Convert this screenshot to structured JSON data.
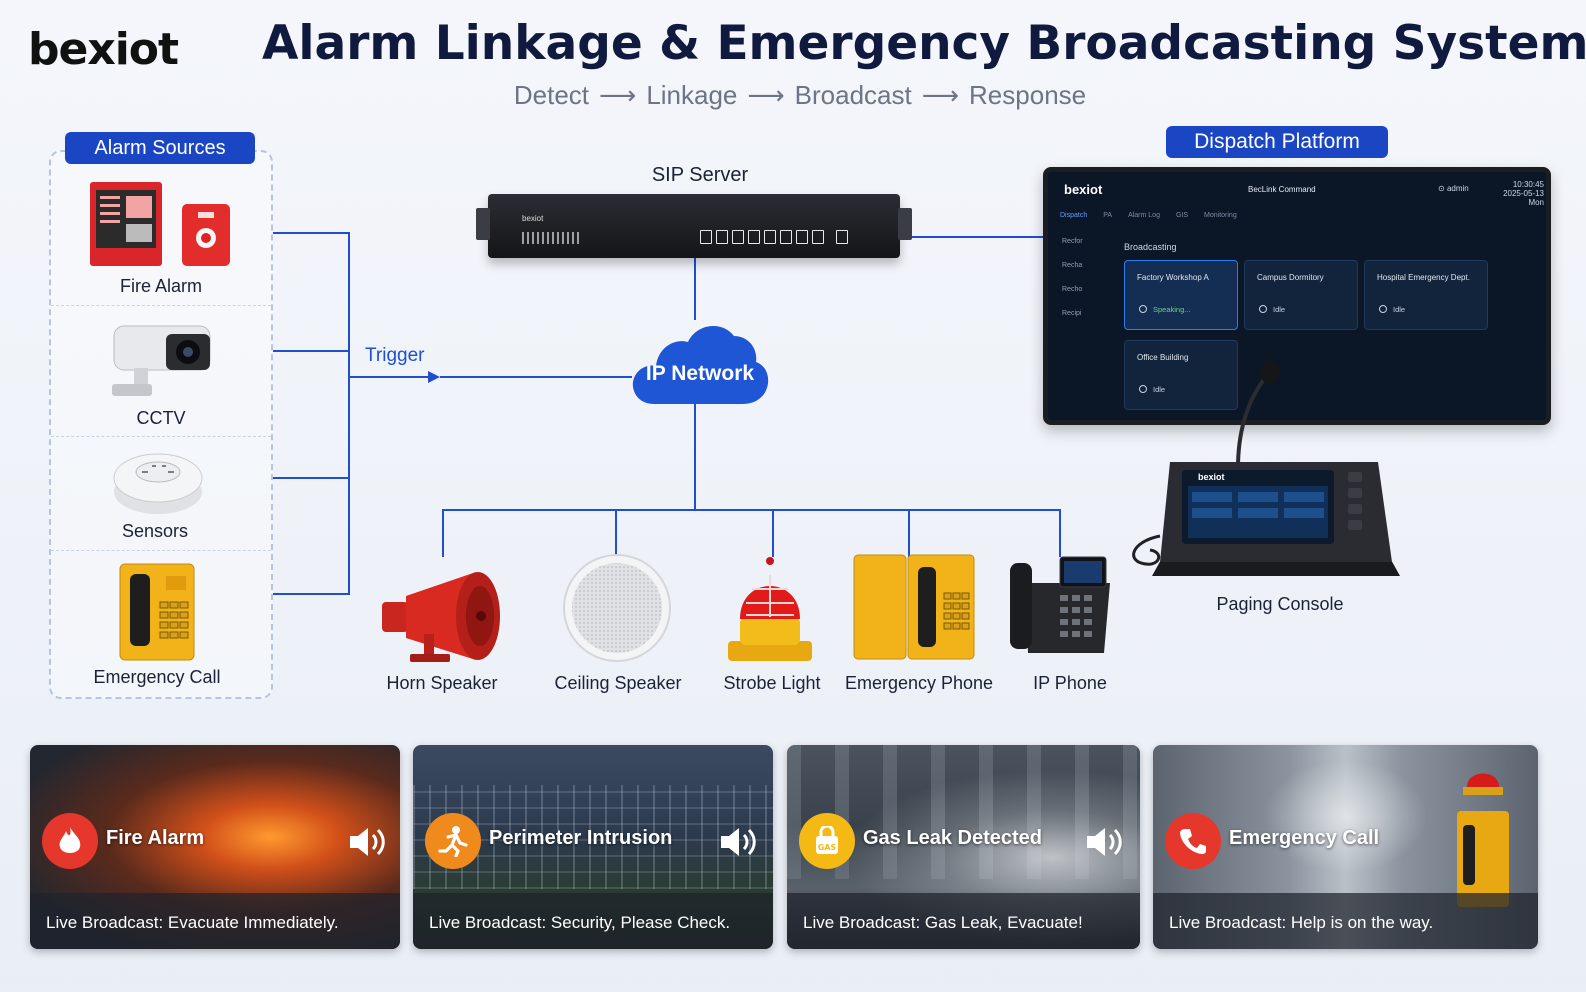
{
  "header": {
    "logo": "bexiot",
    "title": "Alarm Linkage & Emergency Broadcasting System",
    "flow": [
      "Detect",
      "Linkage",
      "Broadcast",
      "Response"
    ],
    "arrow": "⟶"
  },
  "alarm_sources": {
    "title": "Alarm Sources",
    "items": [
      {
        "label": "Fire Alarm",
        "icon": "fire-alarm-panel-icon"
      },
      {
        "label": "CCTV",
        "icon": "cctv-camera-icon"
      },
      {
        "label": "Sensors",
        "icon": "smoke-sensor-icon"
      },
      {
        "label": "Emergency Call",
        "icon": "emergency-call-box-icon"
      }
    ],
    "trigger_label": "Trigger"
  },
  "network": {
    "server_label": "SIP Server",
    "server_brand": "bexiot",
    "cloud_label": "IP Network"
  },
  "endpoints": [
    {
      "label": "Horn Speaker",
      "icon": "horn-speaker-icon"
    },
    {
      "label": "Ceiling Speaker",
      "icon": "ceiling-speaker-icon"
    },
    {
      "label": "Strobe Light",
      "icon": "strobe-light-icon"
    },
    {
      "label": "Emergency Phone",
      "icon": "emergency-phone-icon"
    },
    {
      "label": "IP Phone",
      "icon": "ip-phone-icon"
    }
  ],
  "dispatch": {
    "title": "Dispatch Platform",
    "screen": {
      "logo": "bexiot",
      "app_title": "BecLink Command",
      "user": "admin",
      "time": "10:30:45",
      "date": "2025-05-13 Mon",
      "nav": [
        "Dispatch",
        "PA",
        "Alarm Log",
        "GIS",
        "Monitoring"
      ],
      "side": [
        "Recfor",
        "Recha",
        "Recho",
        "Recipi"
      ],
      "section": "Broadcasting",
      "zones": [
        {
          "name": "Factory Workshop A",
          "status": "Speaking...",
          "active": true
        },
        {
          "name": "Campus Dormitory",
          "status": "Idle",
          "active": false
        },
        {
          "name": "Hospital Emergency Dept.",
          "status": "Idle",
          "active": false
        },
        {
          "name": "Office Building",
          "status": "Idle",
          "active": false
        }
      ]
    },
    "console_label": "Paging Console",
    "console_brand": "bexiot"
  },
  "scenarios": [
    {
      "title": "Fire Alarm",
      "caption": "Live Broadcast: Evacuate Immediately.",
      "icon": "flame-icon",
      "color": "#e5372c"
    },
    {
      "title": "Perimeter Intrusion",
      "caption": "Live Broadcast: Security, Please Check.",
      "icon": "running-person-icon",
      "color": "#f08a1c"
    },
    {
      "title": "Gas Leak Detected",
      "caption": "Live Broadcast: Gas Leak, Evacuate!",
      "icon": "gas-warning-icon",
      "color": "#f5b915"
    },
    {
      "title": "Emergency Call",
      "caption": "Live Broadcast: Help is on the way.",
      "icon": "phone-icon",
      "color": "#e5372c"
    }
  ]
}
